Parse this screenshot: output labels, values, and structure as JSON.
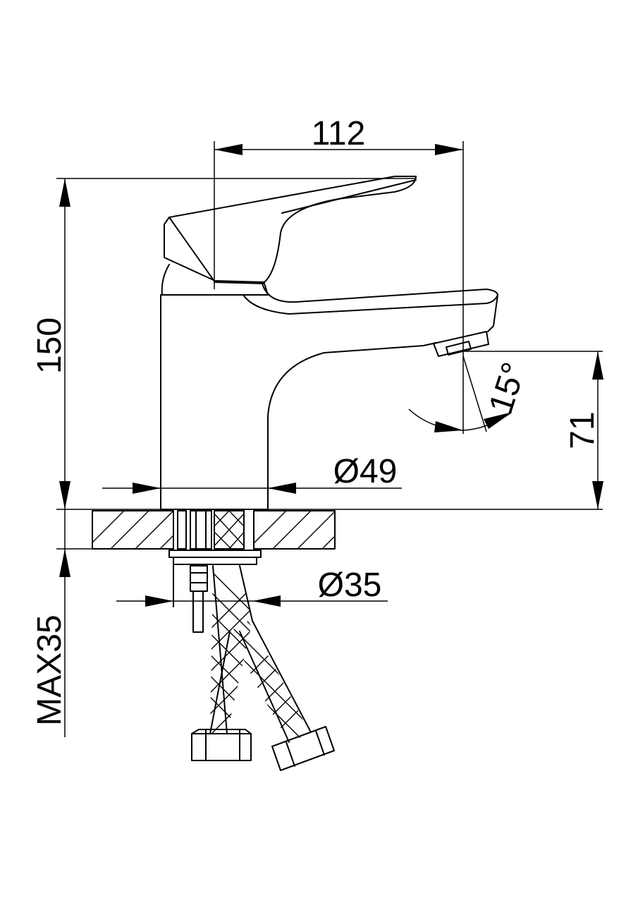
{
  "dimensions": {
    "spout_reach": "112",
    "total_height": "150",
    "spout_height": "71",
    "base_diameter": "Ø49",
    "mounting_hole": "Ø35",
    "max_thickness": "MAX35",
    "swivel_angle": "15°"
  }
}
